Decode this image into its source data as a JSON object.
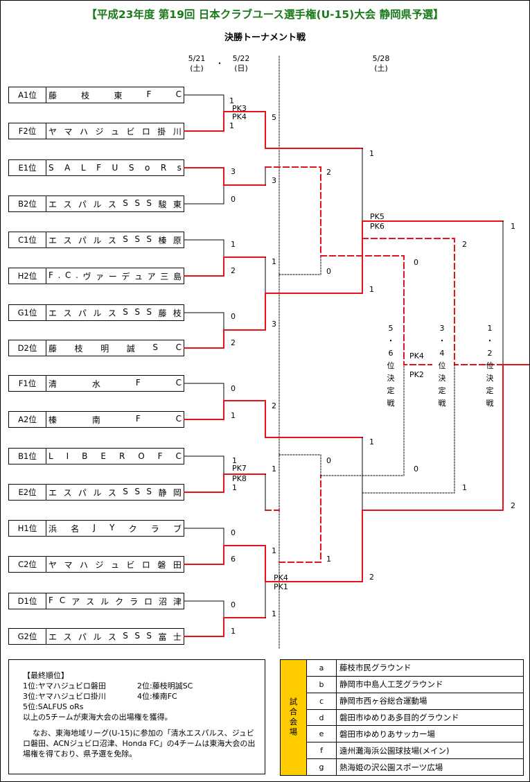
{
  "title": "【平成23年度 第19回 日本クラブユース選手権(U-15)大会 静岡県予選】",
  "subtitle": "決勝トーナメント戦",
  "dates": {
    "d1": "5/21",
    "d1_day": "(土)",
    "sep": "・",
    "d2": "5/22",
    "d2_day": "(日)",
    "d3": "5/28",
    "d3_day": "(土)"
  },
  "teams": [
    {
      "seed": "A1位",
      "name": "藤枝東FC"
    },
    {
      "seed": "F2位",
      "name": "ヤマハジュビロ掛川"
    },
    {
      "seed": "E1位",
      "name": "SALFUSoRs"
    },
    {
      "seed": "B2位",
      "name": "エスパルスSSS駿東"
    },
    {
      "seed": "C1位",
      "name": "エスパルスSSS榛原"
    },
    {
      "seed": "H2位",
      "name": "F.C.ヴァーデュア三島"
    },
    {
      "seed": "G1位",
      "name": "エスパルスSSS藤枝"
    },
    {
      "seed": "D2位",
      "name": "藤枝明誠SC"
    },
    {
      "seed": "F1位",
      "name": "清水FC"
    },
    {
      "seed": "A2位",
      "name": "榛南FC"
    },
    {
      "seed": "B1位",
      "name": "LIBEROFC"
    },
    {
      "seed": "E2位",
      "name": "エスパルスSSS静岡"
    },
    {
      "seed": "H1位",
      "name": "浜名JYクラブ"
    },
    {
      "seed": "C2位",
      "name": "ヤマハジュビロ磐田"
    },
    {
      "seed": "D1位",
      "name": "FCアスルクラロ沼津"
    },
    {
      "seed": "G2位",
      "name": "エスパルスSSS富士"
    }
  ],
  "scores": {
    "r1": [
      "1",
      "1",
      "3",
      "0",
      "1",
      "2",
      "0",
      "2",
      "0",
      "1",
      "1",
      "1",
      "0",
      "6",
      "0",
      "1"
    ],
    "r1_pk": [
      "PK3",
      "PK4",
      "PK7",
      "PK8"
    ],
    "r2": [
      "5",
      "3",
      "1",
      "3",
      "2",
      "1",
      "1",
      "1"
    ],
    "r2_pk": [
      "PK4",
      "PK1"
    ],
    "sf": [
      "1",
      "1",
      "1",
      "2"
    ],
    "sf_pk": [
      "PK5",
      "PK6"
    ],
    "loser": [
      "2",
      "0",
      "0",
      "1"
    ],
    "final": [
      "1",
      "2"
    ],
    "place": [
      "0",
      "0"
    ],
    "third": [
      "2",
      "1"
    ],
    "place_pk": [
      "PK4",
      "PK2"
    ]
  },
  "labels": {
    "p56": "5\n・\n6\n位\n決\n定\n戦",
    "p34": "3\n・\n4\n位\n決\n定\n戦",
    "p12": "1\n・\n2\n位\n決\n定\n戦"
  },
  "standings": {
    "header": "【最終順位】",
    "r1": "1位:ヤマハジュビロ磐田",
    "r2": "2位:藤枝明誠SC",
    "r3": "3位:ヤマハジュビロ掛川",
    "r4": "4位:榛南FC",
    "r5": "5位:SALFUS oRs",
    "r6": "以上の5チームが東海大会の出場権を獲得。",
    "note": "なお、東海地域リーグ(U-15)に参加の「清水エスパルス、ジュビロ磐田、ACNジュビロ沼津、Honda FC」の4チームは東海大会の出場権を得ており、県予選を免除。"
  },
  "venues": {
    "header": "試合会場",
    "items": [
      {
        "code": "a",
        "name": "藤枝市民グラウンド"
      },
      {
        "code": "b",
        "name": "静岡市中島人工芝グラウンド"
      },
      {
        "code": "c",
        "name": "静岡市西ヶ谷総合運動場"
      },
      {
        "code": "d",
        "name": "磐田市ゆめりあ多目的グラウンド"
      },
      {
        "code": "e",
        "name": "磐田市ゆめりあサッカー場"
      },
      {
        "code": "f",
        "name": "遠州灘海浜公園球技場(メイン)"
      },
      {
        "code": "g",
        "name": "熱海姫の沢公園スポーツ広場"
      }
    ]
  },
  "colors": {
    "win": "#e8101a",
    "title": "#1a7a1a",
    "venue_head": "#ffcc00"
  }
}
